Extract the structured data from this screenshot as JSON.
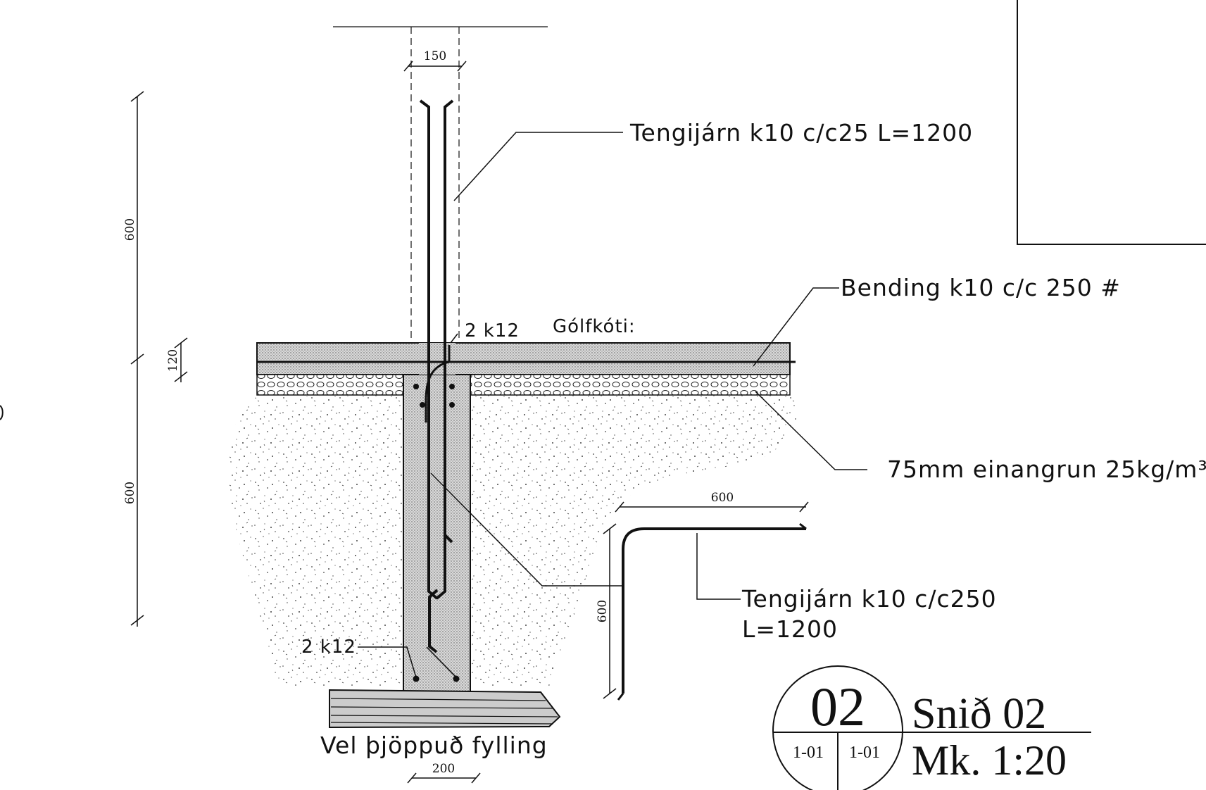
{
  "title_block": {
    "section_number": "02",
    "sheet_ref_left": "1-01",
    "sheet_ref_right": "1-01",
    "title": "Snið 02",
    "scale": "Mk. 1:20"
  },
  "annotations": {
    "tengijarn_top": "Tengijárn k10 c/c25 L=1200",
    "bending": "Bending k10 c/c 250 #",
    "golfkoti": "Gólfkóti:",
    "rebar_top": "2 k12",
    "insulation": "75mm einangrun 25kg/m³",
    "tengijarn_bottom_line1": "Tengijárn k10 c/c250",
    "tengijarn_bottom_line2": "L=1200",
    "rebar_bottom": "2 k12",
    "fill": "Vel þjöppuð fylling"
  },
  "dimensions": {
    "wall_thickness": "150",
    "upper_height": "600",
    "slab_thickness": "120",
    "lower_height": "600",
    "bar_horizontal": "600",
    "bar_vertical": "600",
    "footing_width": "200"
  }
}
